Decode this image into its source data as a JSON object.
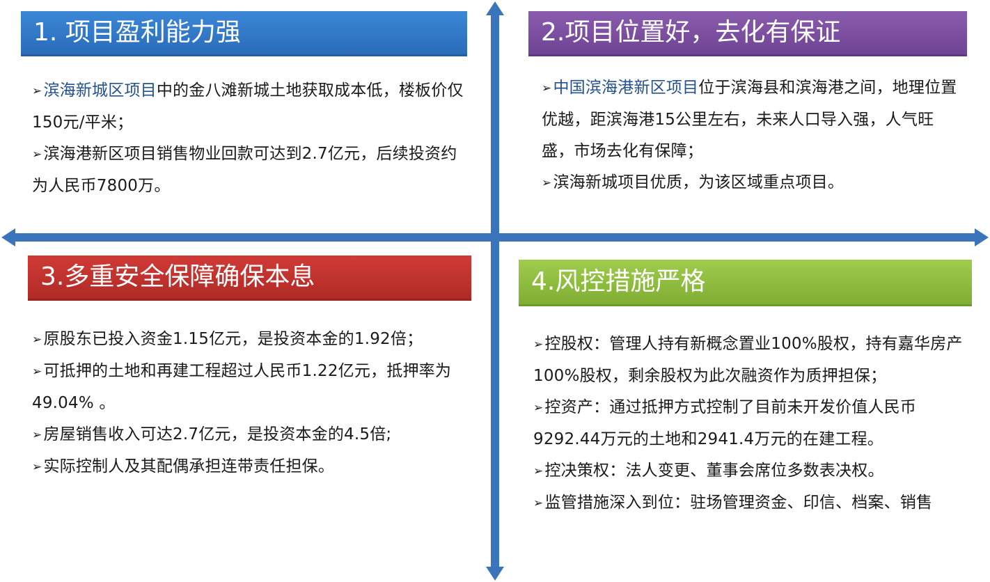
{
  "colors": {
    "axis": "#3a74bb",
    "q1_header": "#2f78c7",
    "q2_header": "#7b4ea0",
    "q3_header": "#c0312d",
    "q4_header": "#8dbd3f",
    "highlight_text": "#24518f"
  },
  "bullet_icon": "arrow-bullet",
  "q1": {
    "title": "1.  项目盈利能力强",
    "items": [
      {
        "highlight": "滨海新城区项目",
        "text": "中的金八滩新城土地获取成本低，楼板价仅150元/平米；"
      },
      {
        "highlight": "",
        "text": "滨海港新区项目销售物业回款可达到2.7亿元，后续投资约为人民币7800万。"
      }
    ]
  },
  "q2": {
    "title": "2.项目位置好，去化有保证",
    "items": [
      {
        "highlight": "中国滨海港新区项目",
        "text": "位于滨海县和滨海港之间，地理位置优越，距滨海港15公里左右，未来人口导入强，人气旺盛，市场去化有保障；"
      },
      {
        "highlight": "",
        "text": "滨海新城项目优质，为该区域重点项目。"
      }
    ]
  },
  "q3": {
    "title": "3.多重安全保障确保本息",
    "items": [
      {
        "highlight": "",
        "text": "原股东已投入资金1.15亿元，是投资本金的1.92倍；"
      },
      {
        "highlight": "",
        "text": "可抵押的土地和再建工程超过人民币1.22亿元，抵押率为49.04% 。"
      },
      {
        "highlight": "",
        "text": "房屋销售收入可达2.7亿元，是投资本金的4.5倍;"
      },
      {
        "highlight": "",
        "text": "实际控制人及其配偶承担连带责任担保。"
      }
    ]
  },
  "q4": {
    "title": "4.风控措施严格",
    "items": [
      {
        "highlight": "",
        "text": "控股权：管理人持有新概念置业100%股权，持有嘉华房产100%股权，剩余股权为此次融资作为质押担保；"
      },
      {
        "highlight": "",
        "text": "控资产：通过抵押方式控制了目前未开发价值人民币9292.44万元的土地和2941.4万元的在建工程。"
      },
      {
        "highlight": "",
        "text": "控决策权：法人变更、董事会席位多数表决权。"
      },
      {
        "highlight": "",
        "text": "监管措施深入到位：驻场管理资金、印信、档案、销售"
      }
    ]
  }
}
